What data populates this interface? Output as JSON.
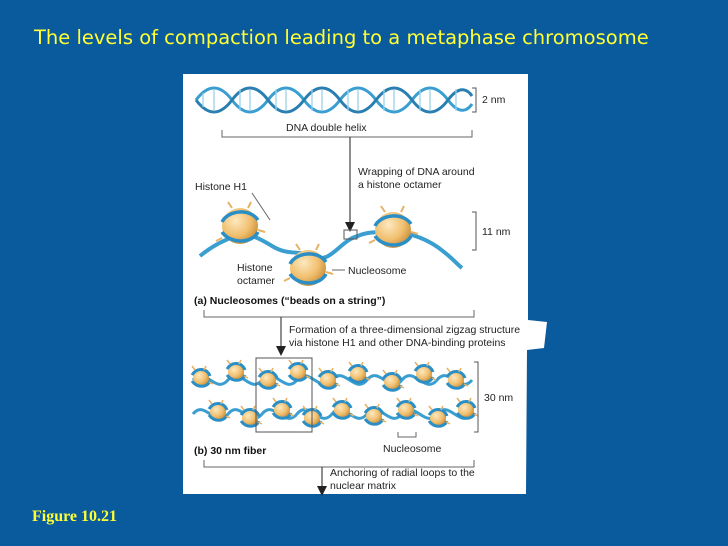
{
  "slide": {
    "title": "The levels of compaction leading to a metaphase chromosome",
    "figure_label": "Figure 10.21"
  },
  "diagram": {
    "dna_label": "DNA double helix",
    "dim_2nm": "2 nm",
    "wrap_line1": "Wrapping of DNA around",
    "wrap_line2": "a histone octamer",
    "histone_h1": "Histone H1",
    "dim_11nm": "11 nm",
    "histone_octamer_line1": "Histone",
    "histone_octamer_line2": "octamer",
    "nucleosome_label": "Nucleosome",
    "panel_a": "(a) Nucleosomes (“beads on a string”)",
    "zigzag_line1": "Formation of a three-dimensional zigzag structure",
    "zigzag_line2": "via histone H1 and other DNA-binding proteins",
    "dim_30nm": "30 nm",
    "nucleosome_label_b": "Nucleosome",
    "panel_b": "(b) 30 nm fiber",
    "anchor_line1": "Anchoring of radial loops to the",
    "anchor_line2": "nuclear matrix"
  },
  "colors": {
    "background": "#0a5a9e",
    "title": "#ffff33",
    "dna": "#3a9fd0",
    "histone": "#f0c070"
  }
}
